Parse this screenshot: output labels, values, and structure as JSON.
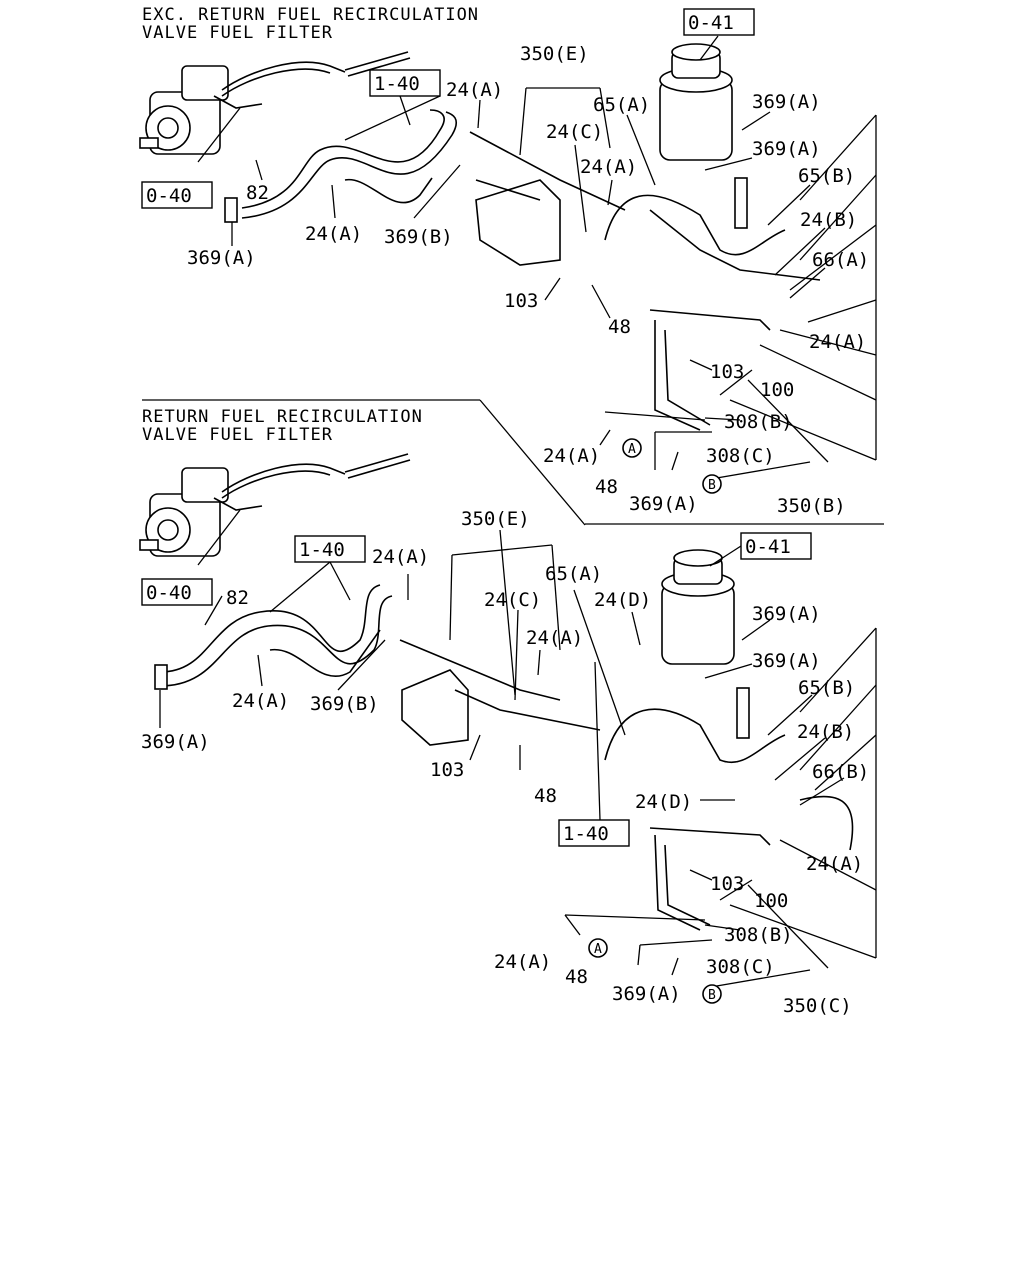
{
  "sections": [
    {
      "title_line1": "EXC. RETURN FUEL RECIRCULATION",
      "title_line2": "VALVE FUEL FILTER",
      "refs": [
        "0-41",
        "1-40",
        "0-40"
      ],
      "labels": [
        "350(E)",
        "24(A)",
        "65(A)",
        "369(A)",
        "24(C)",
        "369(A)",
        "24(A)",
        "65(B)",
        "24(B)",
        "66(A)",
        "82",
        "24(A)",
        "369(B)",
        "369(A)",
        "103",
        "48",
        "24(A)",
        "103",
        "100",
        "308(B)",
        "24(A)",
        "308(C)",
        "48",
        "369(A)",
        "350(B)"
      ],
      "circles": [
        "A",
        "B"
      ]
    },
    {
      "title_line1": "RETURN FUEL RECIRCULATION",
      "title_line2": "VALVE FUEL FILTER",
      "refs": [
        "0-41",
        "1-40",
        "0-40",
        "1-40"
      ],
      "labels": [
        "350(E)",
        "24(A)",
        "65(A)",
        "24(D)",
        "24(C)",
        "24(A)",
        "369(A)",
        "82",
        "369(A)",
        "65(B)",
        "24(B)",
        "66(B)",
        "24(A)",
        "369(B)",
        "369(A)",
        "103",
        "48",
        "24(D)",
        "24(A)",
        "103",
        "100",
        "308(B)",
        "24(A)",
        "308(C)",
        "48",
        "369(A)",
        "350(C)"
      ],
      "circles": [
        "A",
        "B"
      ]
    }
  ]
}
